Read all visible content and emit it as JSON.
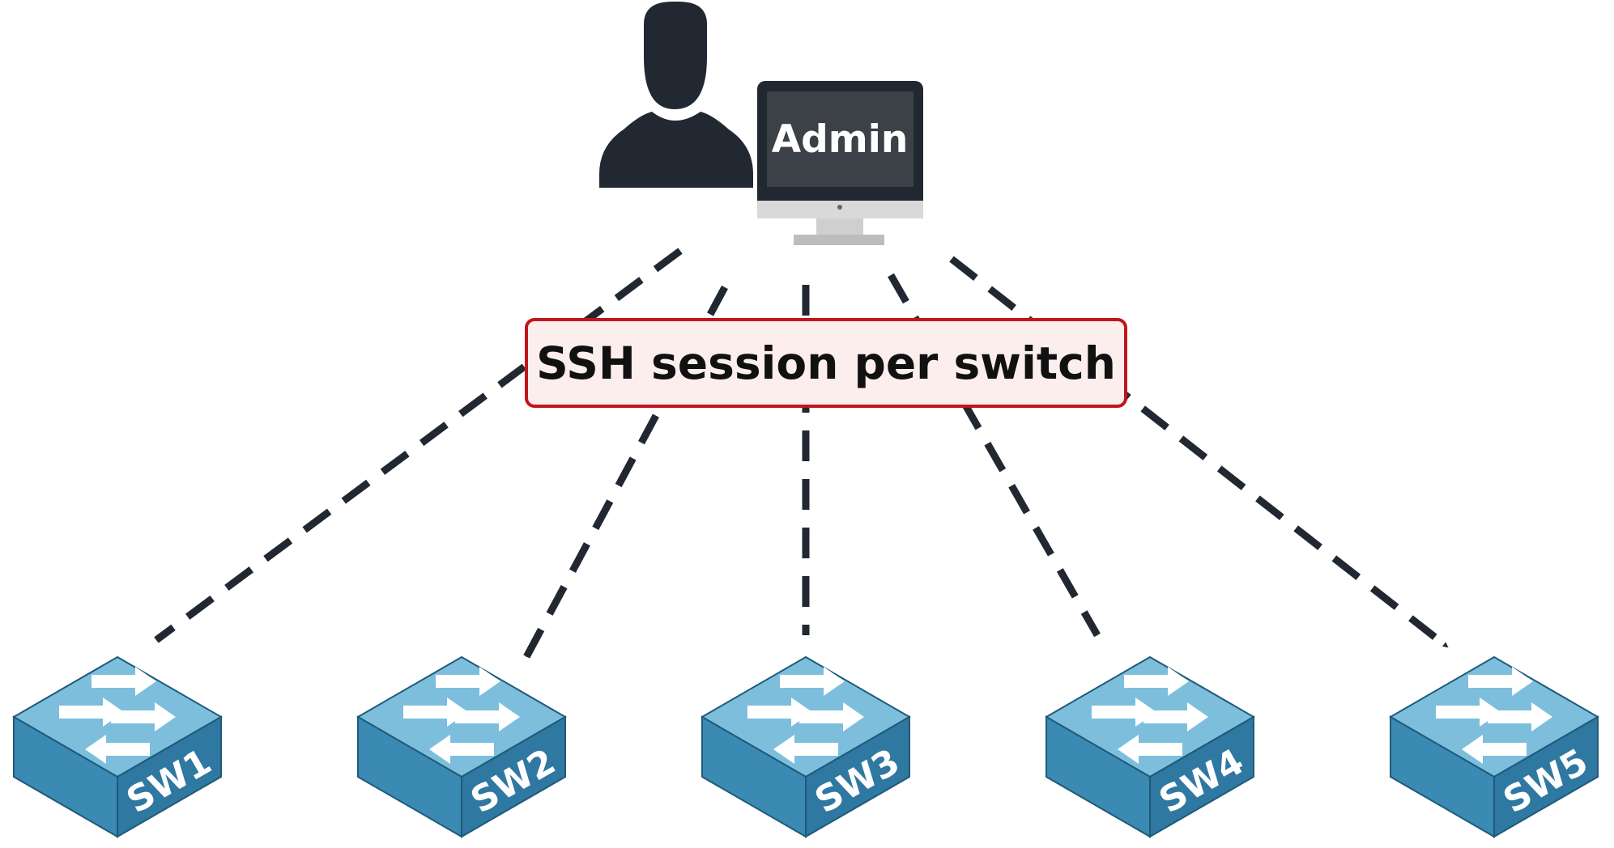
{
  "admin": {
    "monitor_label": "Admin"
  },
  "callout": {
    "text": "SSH session per switch",
    "border_color": "#c0161c",
    "fill_color": "#fdeeee"
  },
  "switches": [
    {
      "label": "SW1"
    },
    {
      "label": "SW2"
    },
    {
      "label": "SW3"
    },
    {
      "label": "SW4"
    },
    {
      "label": "SW5"
    }
  ],
  "colors": {
    "switch_top": "#7dbedd",
    "switch_left": "#3a8ab3",
    "switch_right": "#2f78a1",
    "line": "#222831",
    "person": "#222831"
  },
  "icons": {
    "person": "user-icon",
    "computer": "monitor-icon",
    "switch": "network-switch-icon"
  }
}
